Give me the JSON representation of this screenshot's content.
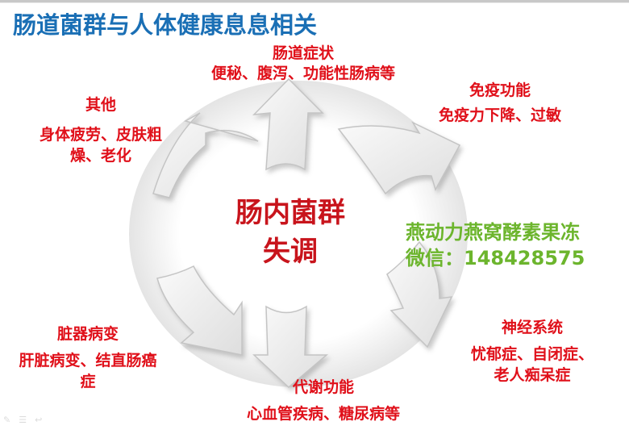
{
  "title": "肠道菌群与人体健康息息相关",
  "center": {
    "line1": "肠内菌群",
    "line2": "失调"
  },
  "nodes": [
    {
      "id": "intestinal",
      "heading": "肠道症状",
      "lines": [
        "便秘、腹泻、功能性肠病等"
      ]
    },
    {
      "id": "immune",
      "heading": "免疫功能",
      "lines": [
        "免疫力下降、过敏"
      ]
    },
    {
      "id": "nervous",
      "heading": "神经系统",
      "lines": [
        "忧郁症、自闭症、",
        "老人痴呆症"
      ]
    },
    {
      "id": "metabolic",
      "heading": "代谢功能",
      "lines": [
        "心血管疾病、糖尿病等"
      ]
    },
    {
      "id": "organ",
      "heading": "脏器病变",
      "lines": [
        "肝脏病变、结直肠癌",
        "症"
      ]
    },
    {
      "id": "other",
      "heading": "其他",
      "lines": [
        "身体疲劳、皮肤粗",
        "燥、老化"
      ]
    }
  ],
  "promo": {
    "line1": "燕动力燕窝酵素果冻",
    "line2": "微信：148428575"
  },
  "toolbar": {
    "icons": [
      "pen-icon",
      "menu-icon",
      "back-arrow-icon"
    ],
    "glyphs": [
      "✎",
      "☰",
      "↩"
    ]
  },
  "colors": {
    "title": "#1a6fb5",
    "label": "#e0101a",
    "center": "#c8141c",
    "promo": "#6cb52d",
    "arrow": "#d9d9d9"
  }
}
